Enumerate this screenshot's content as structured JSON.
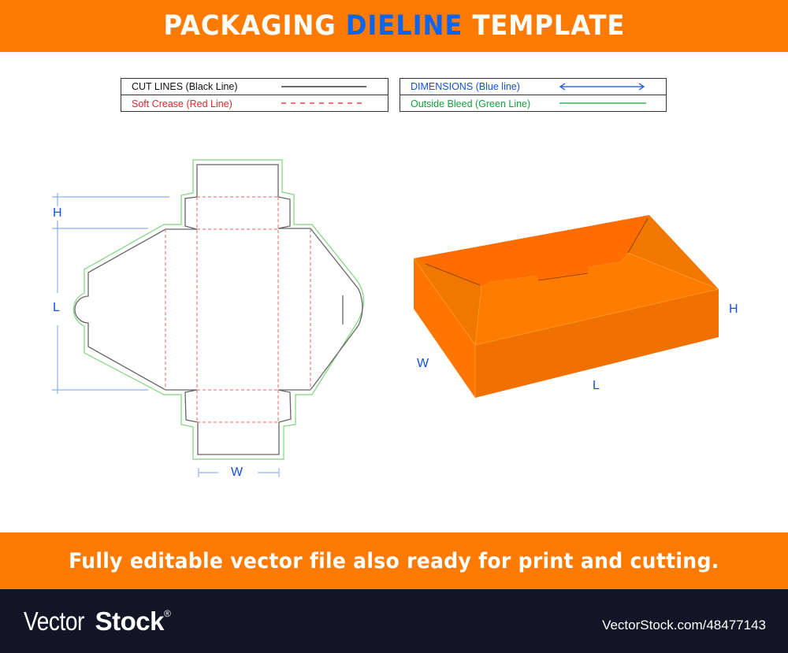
{
  "header": {
    "title_part1": "PACKAGING ",
    "title_accent": "DIELINE",
    "title_part2": " TEMPLATE",
    "background": "#ff7a00",
    "accent_color": "#0a66f0"
  },
  "legend": {
    "left": [
      {
        "label": "CUT LINES (Black Line)",
        "line_style": "solid",
        "color": "#111111"
      },
      {
        "label": "Soft Crease (Red Line)",
        "line_style": "dashed",
        "color": "#e8242c"
      }
    ],
    "right": [
      {
        "label": "DIMENSIONS (Blue line)",
        "line_style": "double-arrow",
        "color": "#1450e6"
      },
      {
        "label": "Outside Bleed (Green Line)",
        "line_style": "solid",
        "color": "#14a03c"
      }
    ]
  },
  "dieline": {
    "dimension_labels": {
      "height": "H",
      "length": "L",
      "width": "W"
    },
    "colors": {
      "cut": "#555555",
      "crease": "#f08080",
      "bleed": "#7cd67c",
      "dimension": "#8fb0f0"
    }
  },
  "box_3d": {
    "dimension_labels": {
      "width": "W",
      "length": "L",
      "height": "H"
    },
    "colors": {
      "front": "#f07000",
      "side": "#ff7a00",
      "top_inner": "#ff6f00",
      "lid": "#ff7c00",
      "flap": "#f07a00"
    }
  },
  "footer": {
    "tagline": "Fully editable vector file also ready for print and cutting.",
    "brand_light": "Vector",
    "brand_bold": "Stock",
    "brand_mark": "®",
    "url": "VectorStock.com/48477143"
  }
}
